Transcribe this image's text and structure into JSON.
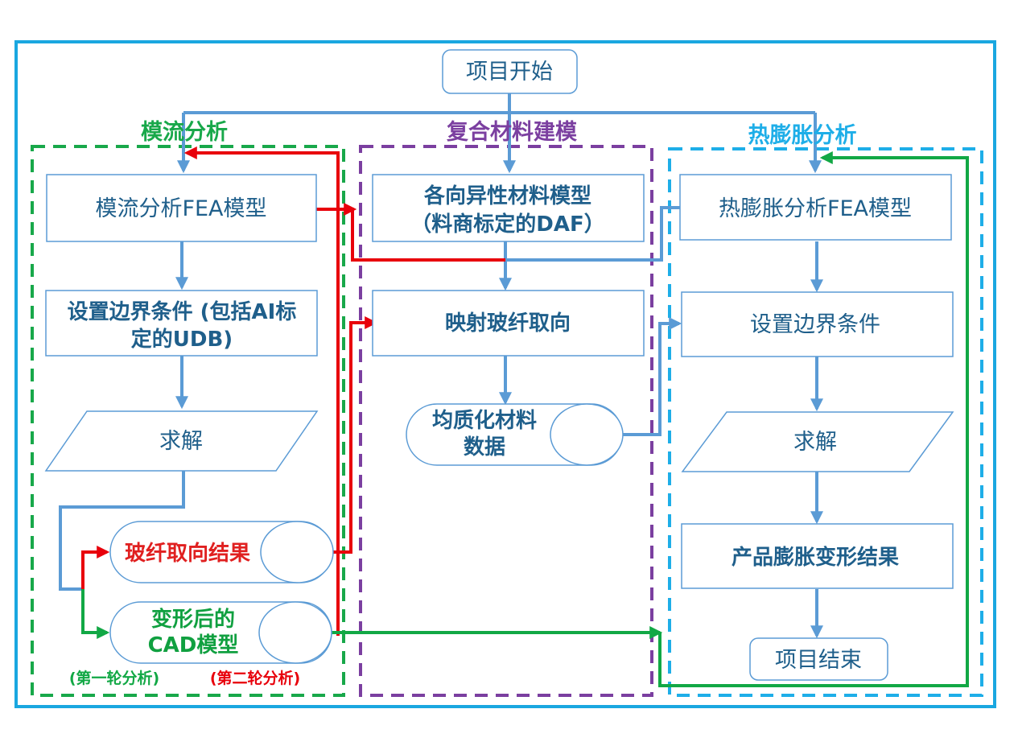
{
  "colors": {
    "outer_border": "#1aa7e0",
    "mold_group": "#18a84a",
    "composite_group": "#7b3fa0",
    "thermal_group": "#1eaee8",
    "flow_blue": "#5b9bd5",
    "round1_red": "#e8000b",
    "round2_green": "#12a845",
    "node_text": "#1f5f8b"
  },
  "groups": {
    "mold_flow": "模流分析",
    "composite": "复合材料建模",
    "thermal": "热膨胀分析"
  },
  "nodes": {
    "start": "项目开始",
    "mold_fea": "模流分析FEA模型",
    "mold_bc_line1": "设置边界条件 (包括AI标",
    "mold_bc_line2": "定的UDB)",
    "mold_solve": "求解",
    "fiber_result": "玻纤取向结果",
    "cad_line1": "变形后的",
    "cad_line2": "CAD模型",
    "aniso_line1": "各向异性材料模型",
    "aniso_line2": "（料商标定的DAF）",
    "map_fiber": "映射玻纤取向",
    "homog_line1": "均质化材料",
    "homog_line2": "数据",
    "thermal_fea": "热膨胀分析FEA模型",
    "thermal_bc": "设置边界条件",
    "thermal_solve": "求解",
    "deform_result": "产品膨胀变形结果",
    "end": "项目结束"
  },
  "notes": {
    "round1": "(第一轮分析)",
    "round2": "(第二轮分析)"
  },
  "icons": {
    "arrowhead": "arrow-head-icon"
  }
}
